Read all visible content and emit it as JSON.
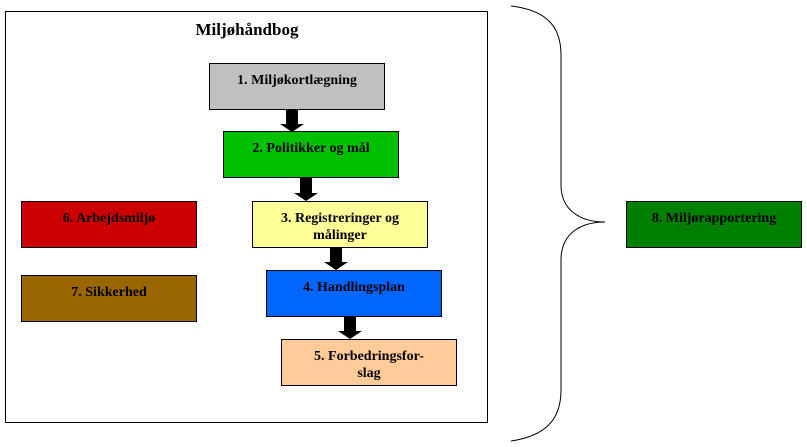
{
  "title": "Miljøhåndbog",
  "steps": [
    {
      "label": "1. Miljøkortlægning",
      "color": "#c0c0c0"
    },
    {
      "label": "2. Politikker og mål",
      "color": "#00c000"
    },
    {
      "label": "3. Registreringer og målinger",
      "color": "#ffff99"
    },
    {
      "label": "4. Handlingsplan",
      "color": "#0066ff"
    },
    {
      "label": "5. Forbedringsfor-slag",
      "color": "#ffcc99"
    }
  ],
  "side": [
    {
      "label": "6. Arbejdsmiljø",
      "color": "#cc0000"
    },
    {
      "label": "7. Sikkerhed",
      "color": "#996600"
    }
  ],
  "report": {
    "label": "8. Miljørapportering",
    "color": "#008000"
  }
}
